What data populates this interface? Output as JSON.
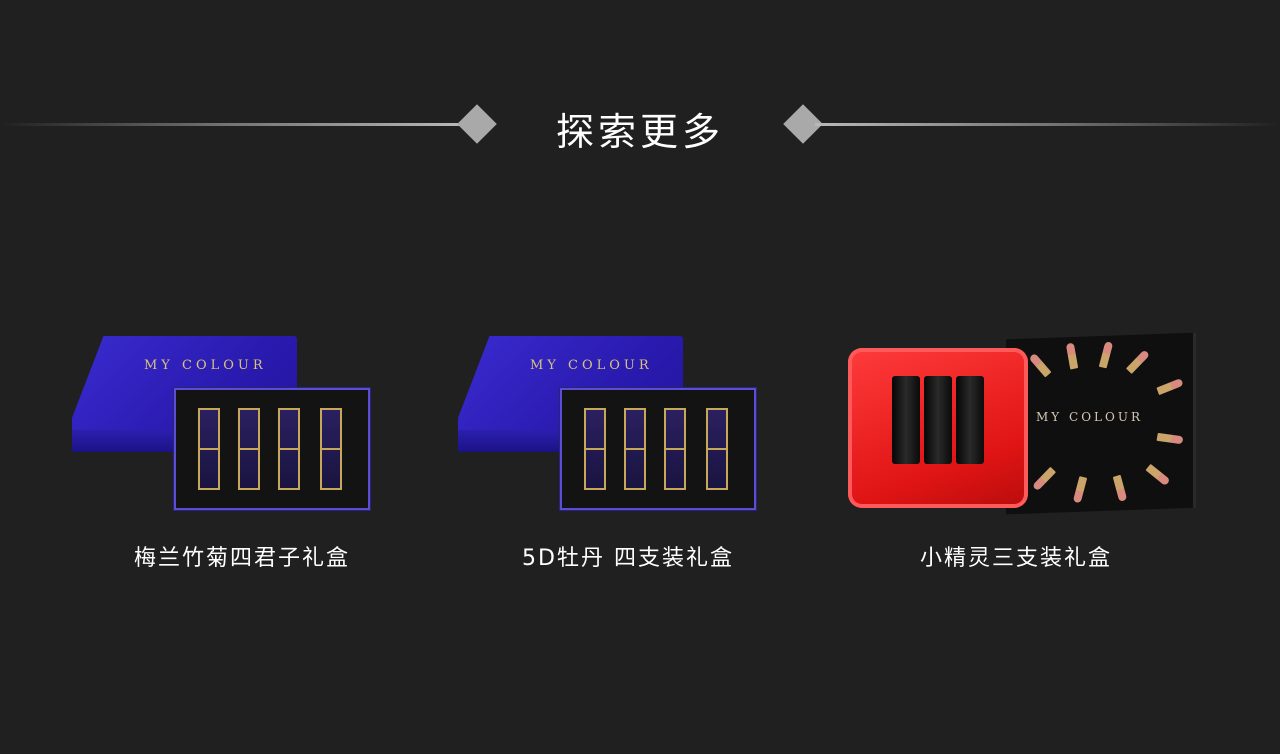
{
  "section": {
    "title": "探索更多"
  },
  "products": [
    {
      "caption": "梅兰竹菊四君子礼盒",
      "brand": "MY COLOUR"
    },
    {
      "caption": "5D牡丹 四支装礼盒",
      "brand": "MY COLOUR"
    },
    {
      "caption": "小精灵三支装礼盒",
      "brand": "MY COLOUR"
    }
  ],
  "colors": {
    "background": "#202020",
    "accent_gray": "#a9a9a9",
    "box_blue": "#2a1bb0",
    "case_red": "#e01414"
  }
}
